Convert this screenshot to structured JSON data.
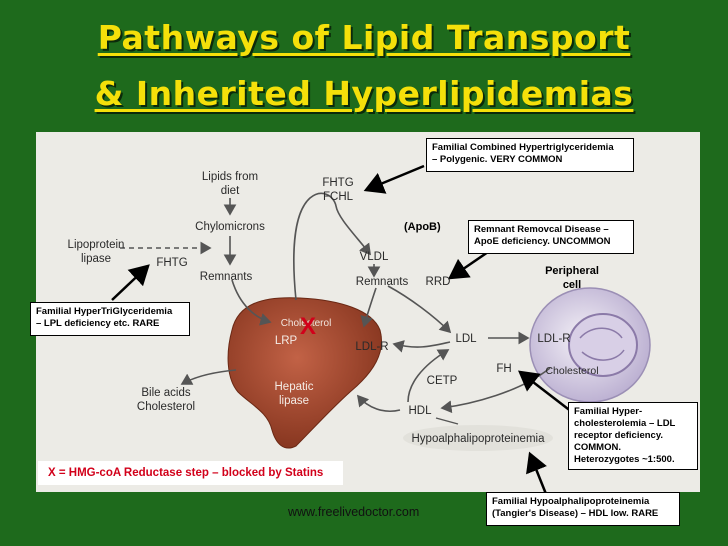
{
  "title": {
    "line1": "Pathways of Lipid Transport",
    "line2": "& Inherited Hyperlipidemias"
  },
  "diagram": {
    "lipids_from_diet": [
      "Lipids from",
      "diet"
    ],
    "chylomicrons": "Chylomicrons",
    "lipoprotein_lipase": [
      "Lipoprotein",
      "lipase"
    ],
    "fhtg_left": "FHTG",
    "remnants_left": "Remnants",
    "fhtg_fchl": [
      "FHTG",
      "FCHL"
    ],
    "vldl": "VLDL",
    "apob": "(ApoB)",
    "remnants_right": "Remnants",
    "rrd": "RRD",
    "peripheral_cell": [
      "Peripheral",
      "cell"
    ],
    "cholesterol_liver": "Cholesterol",
    "block_mark": "X",
    "lrp": "LRP",
    "ldl_r_liver": "LDL-R",
    "ldl": "LDL",
    "ldl_r_cell": "LDL-R",
    "cholesterol_cell": "Cholesterol",
    "cetp": "CETP",
    "fh": "FH",
    "bile_acids": [
      "Bile acids",
      "Cholesterol"
    ],
    "hepatic_lipase": [
      "Hepatic",
      "lipase"
    ],
    "hdl": "HDL",
    "hypoalpha": "Hypoalphalipoproteinemia"
  },
  "annotations": {
    "fchl": [
      "Familial Combined Hypertriglyceridemia",
      "– Polygenic. VERY COMMON"
    ],
    "remnant": [
      "Remnant Removcal Disease –",
      "ApoE deficiency. UNCOMMON"
    ],
    "fhtg": [
      "Familial HyperTriGlyceridemia",
      "– LPL deficiency etc. RARE"
    ],
    "fh": [
      "Familial Hyper-",
      "cholesterolemia – LDL",
      "receptor deficiency.",
      "COMMON.",
      "Heterozygotes ~1:500."
    ],
    "tangier": [
      "Familial Hypoalphalipoproteinemia",
      "(Tangier's Disease) – HDL low. RARE"
    ]
  },
  "statins_note": "X = HMG-coA Reductase step – blocked by Statins",
  "website": "www.freelivedoctor.com",
  "colors": {
    "background": "#1e6a1c",
    "title": "#f5e00a",
    "panel": "#ecebe6",
    "liver": "#a0482e",
    "block_mark": "#d2001a",
    "cell": "#c9bfd9"
  }
}
